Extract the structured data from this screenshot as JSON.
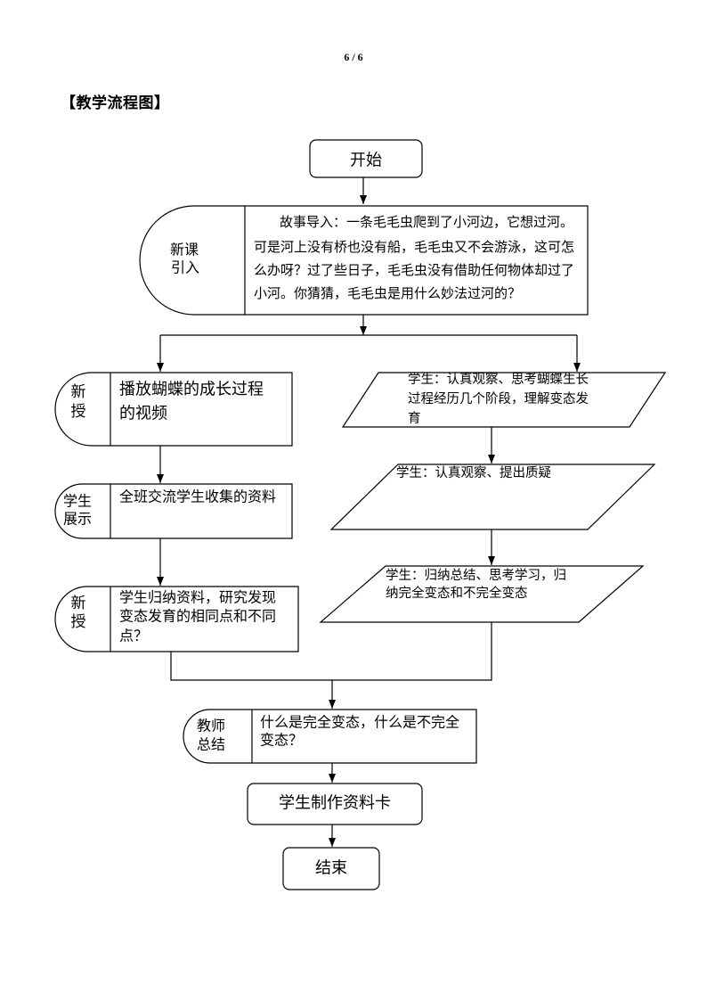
{
  "page": {
    "number": "6 / 6",
    "section_title": "【教学流程图】"
  },
  "flowchart": {
    "start": "开始",
    "intro": {
      "label": [
        "新课",
        "引入"
      ],
      "text": [
        "故事导入：一条毛毛虫爬到了小河边，它想过河。",
        "可是河上没有桥也没有船，毛毛虫又不会游泳，这可怎",
        "么办呀？过了些日子，毛毛虫没有借助任何物体却过了",
        "小河。你猜猜，毛毛虫是用什么妙法过河的？"
      ]
    },
    "left_branch": [
      {
        "label": [
          "新",
          "授"
        ],
        "text": [
          "播放蝴蝶的成长过程",
          "的视频"
        ]
      },
      {
        "label": [
          "学生",
          "展示"
        ],
        "text": [
          "全班交流学生收集的资料"
        ]
      },
      {
        "label": [
          "新",
          "授"
        ],
        "text": [
          "学生归纳资料，研究发现",
          "变态发育的相同点和不同",
          "点？"
        ]
      }
    ],
    "right_branch": [
      {
        "text": [
          "学生：认真观察、思考蝴蝶生长",
          "过程经历几个阶段，理解变态发",
          "育"
        ]
      },
      {
        "text": [
          "学生：认真观察、提出质疑"
        ]
      },
      {
        "text": [
          "学生：归纳总结、思考学习，归",
          "纳完全变态和不完全变态"
        ]
      }
    ],
    "summary": {
      "label": [
        "教师",
        "总结"
      ],
      "text": [
        "什么是完全变态，什么是不完全",
        "变态？"
      ]
    },
    "activity": "学生制作资料卡",
    "end": "结束"
  }
}
